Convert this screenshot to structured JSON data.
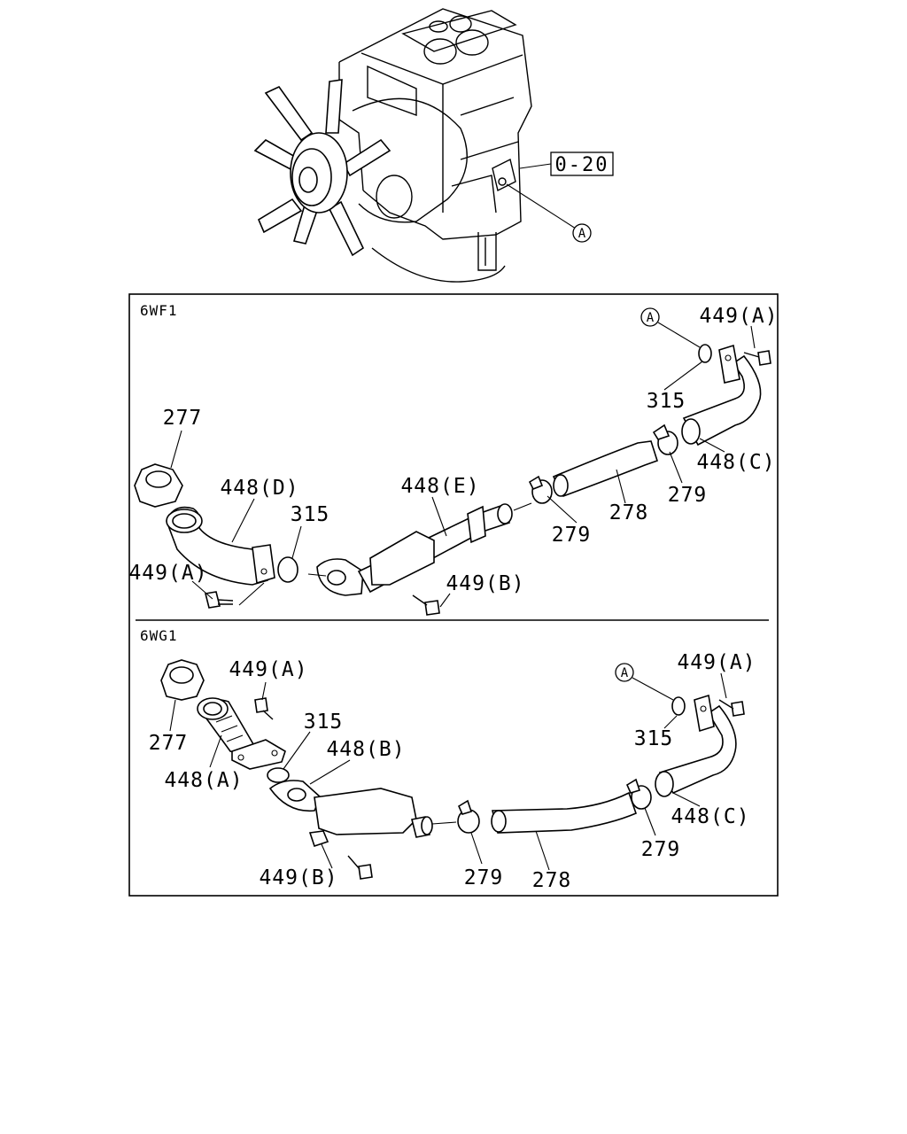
{
  "reference_box": "0-20",
  "top_callout": "A",
  "sections": [
    {
      "variant": "6WF1",
      "callout": "A",
      "labels": {
        "cap": "277",
        "pipe_d": "448(D)",
        "gasket_left": "315",
        "bolt_a_left": "449(A)",
        "pipe_e": "448(E)",
        "bolt_b": "449(B)",
        "clamp_left": "279",
        "hose": "278",
        "clamp_right": "279",
        "pipe_c": "448(C)",
        "gasket_right": "315",
        "bolt_a_right": "449(A)"
      }
    },
    {
      "variant": "6WG1",
      "callout": "A",
      "labels": {
        "cap": "277",
        "pipe_a": "448(A)",
        "bolt_a_left": "449(A)",
        "gasket_left": "315",
        "pipe_b": "448(B)",
        "bolt_b": "449(B)",
        "clamp_left": "279",
        "hose": "278",
        "clamp_right": "279",
        "pipe_c": "448(C)",
        "gasket_right": "315",
        "bolt_a_right": "449(A)"
      }
    }
  ]
}
